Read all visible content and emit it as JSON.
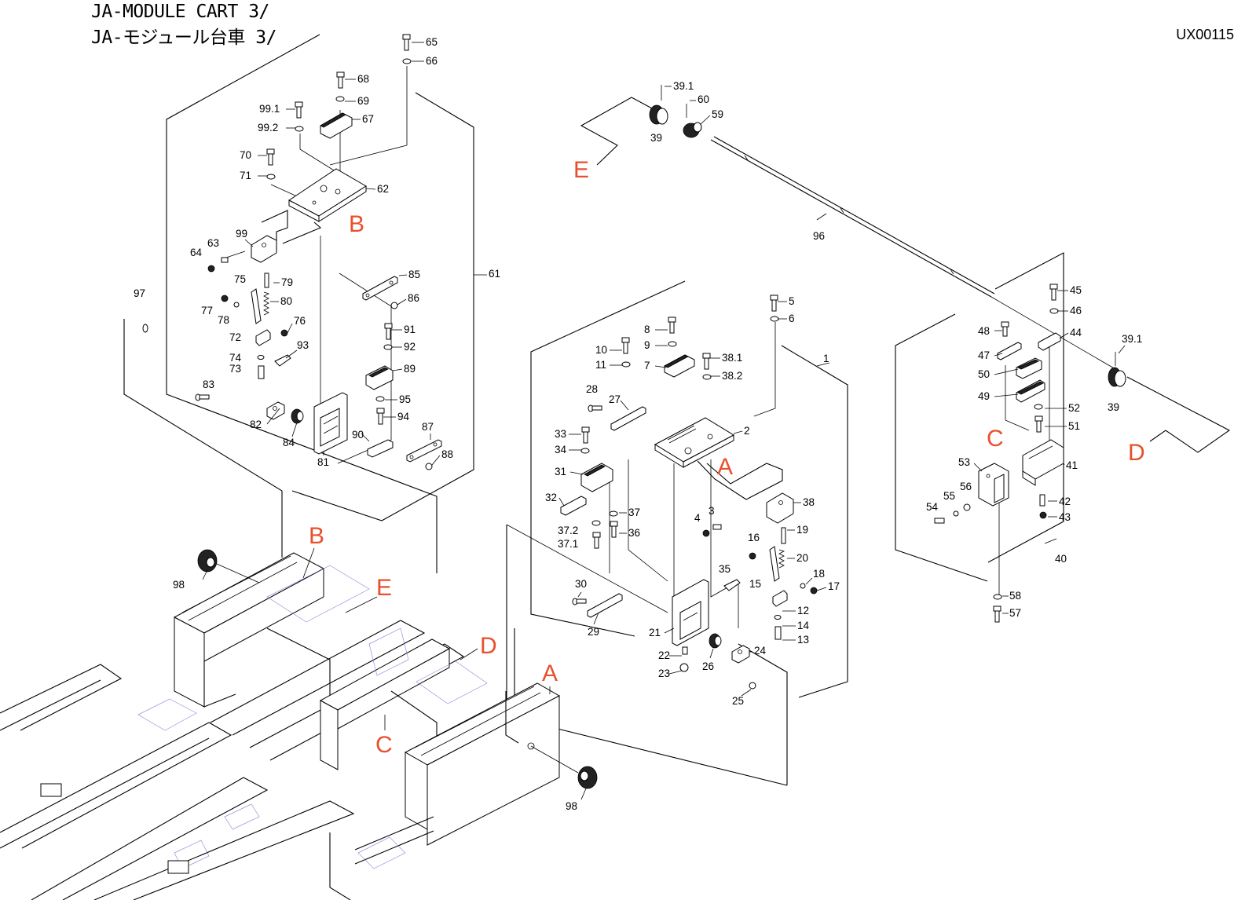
{
  "title": {
    "line1": "JA-MODULE CART 3/",
    "line2": "JA-モジュール台車 3/"
  },
  "doc_id": "UX00115",
  "colors": {
    "reference_letter": "#e8502d",
    "line": "#000000",
    "ghost": "#7a7ad6"
  },
  "callouts": {
    "c1": "1",
    "c2": "2",
    "c3": "3",
    "c4": "4",
    "c5": "5",
    "c6": "6",
    "c7": "7",
    "c8": "8",
    "c9": "9",
    "c10": "10",
    "c11": "11",
    "c12": "12",
    "c13": "13",
    "c14": "14",
    "c15": "15",
    "c16": "16",
    "c17": "17",
    "c18": "18",
    "c19": "19",
    "c20": "20",
    "c21": "21",
    "c22": "22",
    "c23": "23",
    "c24": "24",
    "c25": "25",
    "c26": "26",
    "c27": "27",
    "c28": "28",
    "c29": "29",
    "c30": "30",
    "c31": "31",
    "c32": "32",
    "c33": "33",
    "c34": "34",
    "c36": "36",
    "c37": "37",
    "c37_1": "37.1",
    "c37_2": "37.2",
    "c38": "38",
    "c38_1": "38.1",
    "c38_2": "38.2",
    "c39a": "39",
    "c39b": "39",
    "c39_1a": "39.1",
    "c39_1b": "39.1",
    "c40": "40",
    "c41": "41",
    "c42": "42",
    "c43": "43",
    "c44": "44",
    "c45": "45",
    "c46": "46",
    "c47": "47",
    "c48": "48",
    "c49": "49",
    "c50": "50",
    "c51": "51",
    "c52": "52",
    "c53": "53",
    "c54": "54",
    "c55": "55",
    "c56": "56",
    "c57": "57",
    "c58": "58",
    "c59": "59",
    "c60": "60",
    "c35": "35",
    "c61": "61",
    "c62": "62",
    "c63": "63",
    "c64": "64",
    "c65": "65",
    "c66": "66",
    "c67": "67",
    "c68": "68",
    "c69": "69",
    "c70": "70",
    "c71": "71",
    "c72": "72",
    "c73": "73",
    "c74": "74",
    "c75": "75",
    "c76": "76",
    "c77": "77",
    "c78": "78",
    "c79": "79",
    "c80": "80",
    "c81": "81",
    "c82": "82",
    "c83": "83",
    "c84": "84",
    "c85": "85",
    "c86": "86",
    "c87": "87",
    "c88": "88",
    "c89": "89",
    "c90": "90",
    "c91": "91",
    "c92": "92",
    "c93": "93",
    "c94": "94",
    "c95": "95",
    "c96": "96",
    "c97": "97",
    "c98a": "98",
    "c98b": "98",
    "c99": "99",
    "c99_1": "99.1",
    "c99_2": "99.2"
  },
  "ref_letters": {
    "A_detail": "A",
    "A_cart": "A",
    "B_detail": "B",
    "B_cart": "B",
    "C_detail": "C",
    "C_cart": "C",
    "D_detail": "D",
    "D_cart": "D",
    "E_detail": "E",
    "E_cart": "E"
  }
}
